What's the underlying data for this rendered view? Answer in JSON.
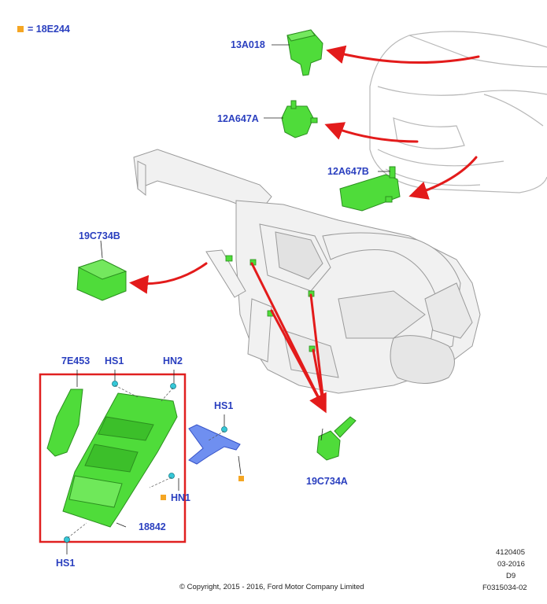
{
  "legend": {
    "marker_color": "#f5a623",
    "text": "= 18E244"
  },
  "colors": {
    "label": "#2a3fbf",
    "part_green": "#4fdc3a",
    "arrow_red": "#e31b1b",
    "frame_red": "#e02020",
    "bracket_blue": "#4a6ee0"
  },
  "callouts": {
    "c1": "13A018",
    "c2": "12A647A",
    "c3": "12A647B",
    "c4": "19C734B",
    "c5": "19C734A",
    "c6": "7E453",
    "c7": "HS1",
    "c8": "HN2",
    "c9": "HS1",
    "c10": "HN1",
    "c11": "18842",
    "c12": "HS1"
  },
  "footer": {
    "copyright": "© Copyright, 2015 - 2016, Ford Motor Company Limited",
    "code1": "4120405",
    "date": "03-2016",
    "code2": "D9",
    "figure": "F0315034-02"
  }
}
